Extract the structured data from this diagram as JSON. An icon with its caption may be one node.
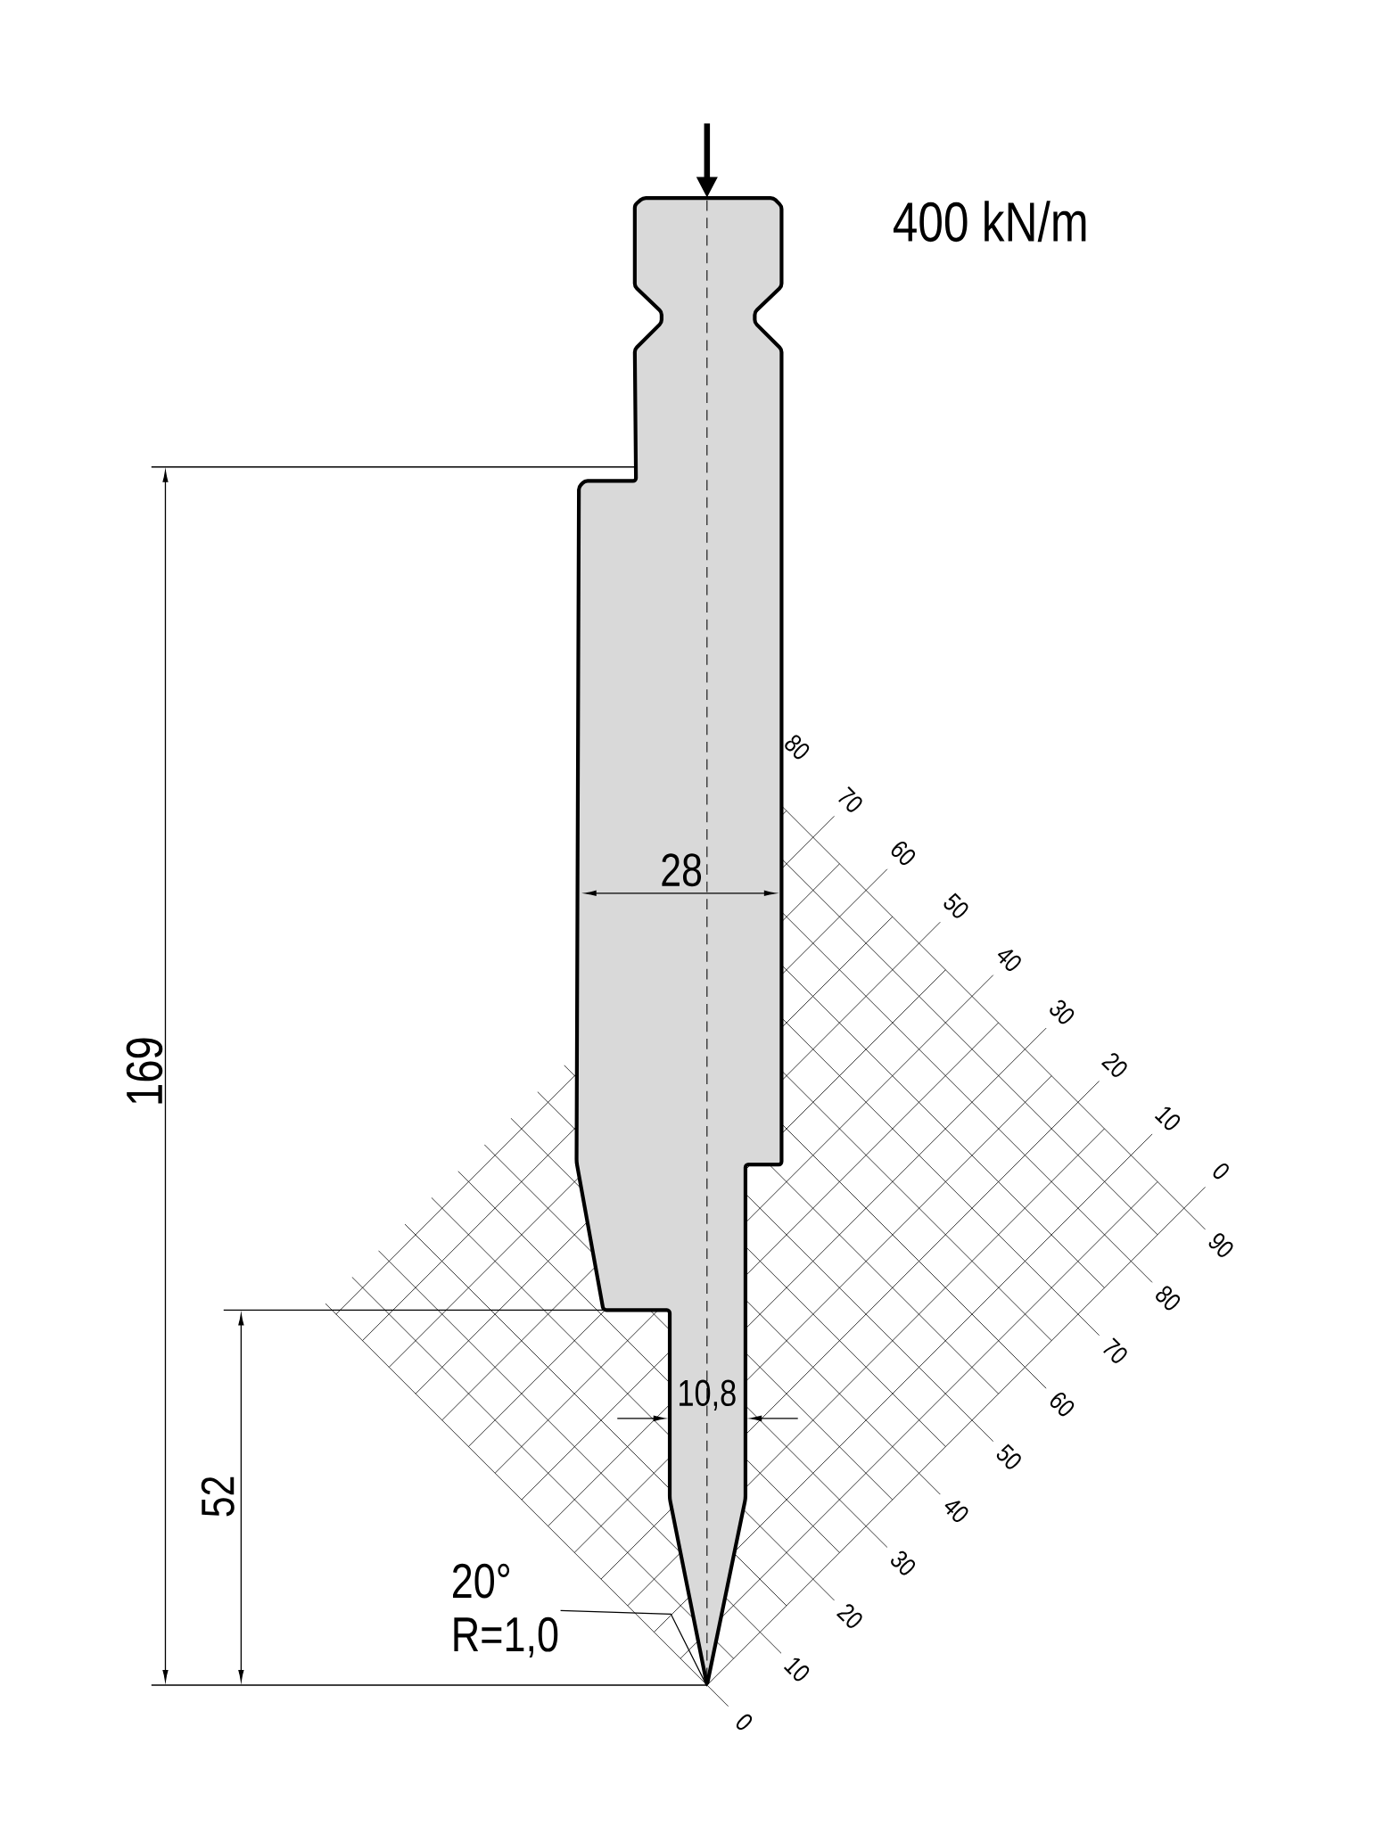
{
  "diagram": {
    "nodes": [
      {
        "text": [
          "20°",
          "R=1,0"
        ]
      },
      {
        "text": [],
        "shape": "picture"
      }
    ],
    "edges": [
      {
        "from": 0,
        "to": 1,
        "arrow": "none"
      }
    ],
    "labels": [
      "400 kN/m",
      "169",
      "28",
      "52",
      "10,8",
      "80",
      "70",
      "60",
      "50",
      "40",
      "30",
      "20",
      "10",
      "0",
      "90",
      "80",
      "70",
      "60",
      "50",
      "40",
      "30",
      "20",
      "10",
      "0"
    ]
  }
}
